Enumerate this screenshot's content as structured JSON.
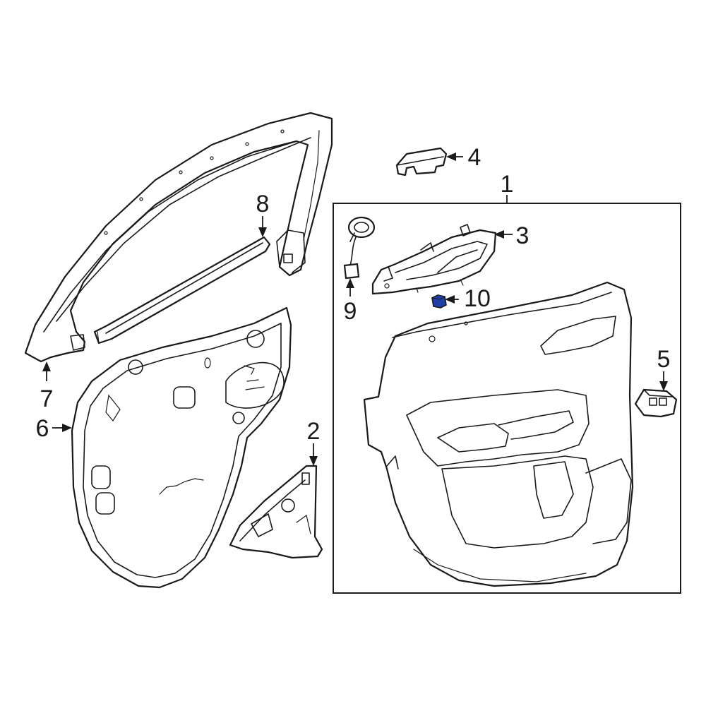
{
  "diagram": {
    "highlight_color": "#1f3fa6",
    "callouts": {
      "c1": "1",
      "c2": "2",
      "c3": "3",
      "c4": "4",
      "c5": "5",
      "c6": "6",
      "c7": "7",
      "c8": "8",
      "c9": "9",
      "c10": "10"
    }
  }
}
